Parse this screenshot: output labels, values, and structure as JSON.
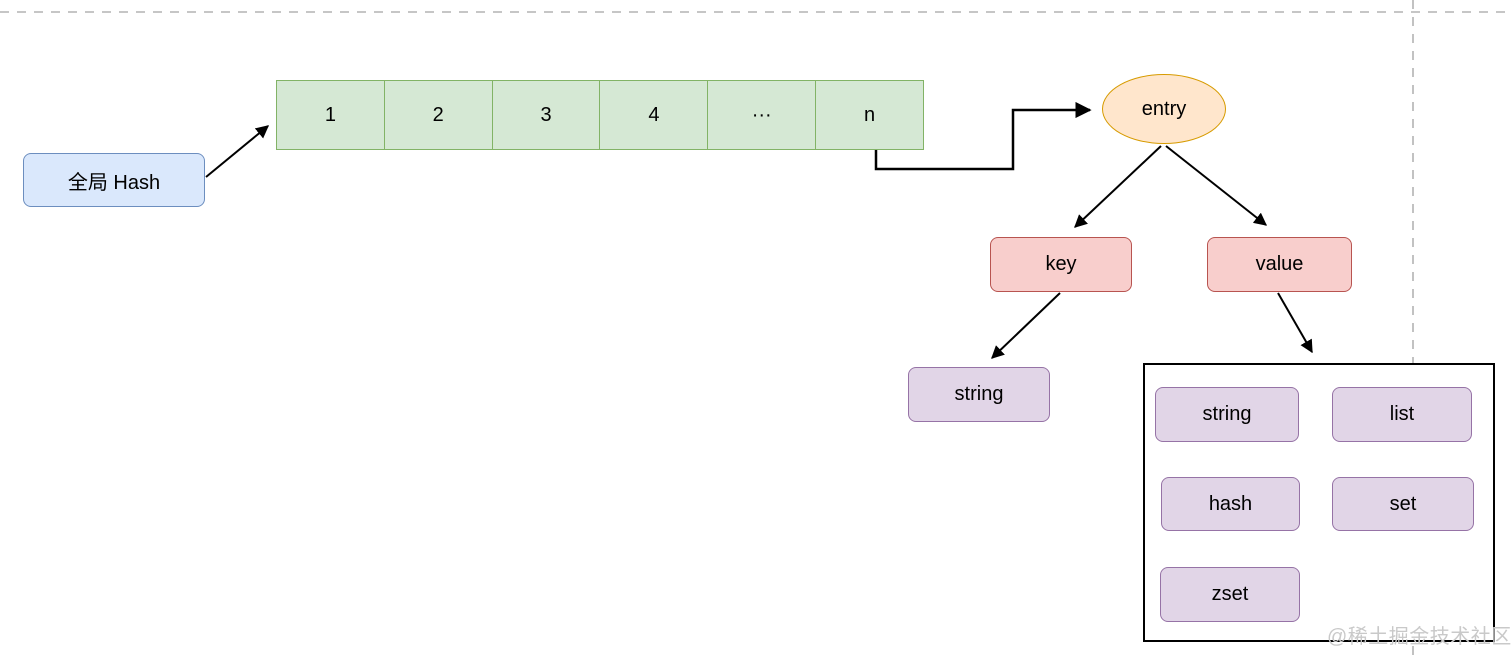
{
  "diagram": {
    "global_hash": {
      "label": "全局 Hash"
    },
    "bucket_array": {
      "cells": [
        "1",
        "2",
        "3",
        "4",
        "···",
        "n"
      ]
    },
    "entry": {
      "label": "entry"
    },
    "key": {
      "label": "key"
    },
    "value": {
      "label": "value"
    },
    "key_type": {
      "label": "string"
    },
    "value_types": {
      "items": [
        "string",
        "list",
        "hash",
        "set",
        "zset"
      ]
    },
    "edges": [
      {
        "from": "全局 Hash",
        "to": "bucket-array"
      },
      {
        "from": "bucket-array-cell-n",
        "to": "entry"
      },
      {
        "from": "entry",
        "to": "key"
      },
      {
        "from": "entry",
        "to": "value"
      },
      {
        "from": "key",
        "to": "string"
      },
      {
        "from": "value",
        "to": "value-types-panel"
      }
    ],
    "watermark": "@稀土掘金技术社区",
    "colors": {
      "blue_fill": "#dae8fc",
      "blue_stroke": "#6c8ebf",
      "green_fill": "#d5e8d4",
      "green_stroke": "#82b366",
      "orange_fill": "#ffe6cc",
      "orange_stroke": "#d79b00",
      "red_fill": "#f8cecc",
      "red_stroke": "#b85450",
      "purple_fill": "#e1d5e7",
      "purple_stroke": "#9673a6",
      "arrow": "#000000",
      "guide": "#b3b3b3",
      "watermark": "#c9c9c9"
    }
  }
}
